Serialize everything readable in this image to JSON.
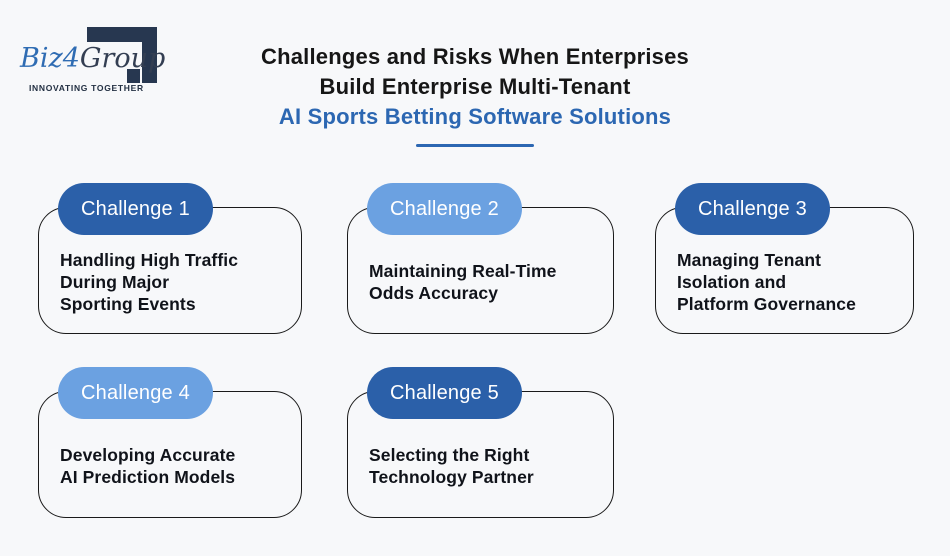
{
  "page": {
    "background_color": "#f7f8fa"
  },
  "logo": {
    "brand_primary": "Biz",
    "brand_number": "4",
    "brand_secondary": "Group",
    "tagline": "INNOVATING TOGETHER",
    "colors": {
      "brand_blue": "#2f6cb3",
      "brand_dark": "#333e52",
      "bracket_navy": "#273750"
    }
  },
  "header": {
    "title_line1": "Challenges and Risks When Enterprises",
    "title_line2": "Build Enterprise Multi-Tenant",
    "title_line3": "AI Sports Betting Software Solutions",
    "accent_color": "#2c67b2"
  },
  "cards": [
    {
      "label": "Challenge 1",
      "variant": "dark",
      "badge_color": "#2b60a9",
      "text": "Handling High Traffic\nDuring Major\nSporting Events"
    },
    {
      "label": "Challenge 2",
      "variant": "light",
      "badge_color": "#6ba1e1",
      "text": "Maintaining Real-Time\nOdds Accuracy"
    },
    {
      "label": "Challenge 3",
      "variant": "dark",
      "badge_color": "#2b60a9",
      "text": "Managing Tenant\nIsolation and\nPlatform Governance"
    },
    {
      "label": "Challenge 4",
      "variant": "light",
      "badge_color": "#6ba1e1",
      "text": "Developing Accurate\nAI Prediction Models"
    },
    {
      "label": "Challenge 5",
      "variant": "dark",
      "badge_color": "#2b60a9",
      "text": "Selecting the Right\nTechnology Partner"
    }
  ]
}
